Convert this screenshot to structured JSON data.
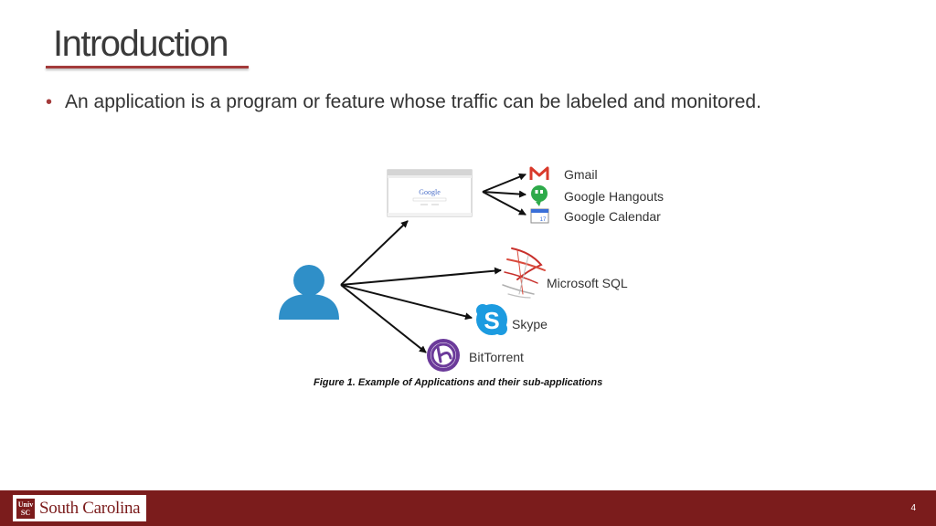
{
  "slide": {
    "title": "Introduction",
    "bullet": "An application is a program or feature whose traffic can be labeled and monitored.",
    "page_number": "4"
  },
  "figure": {
    "caption": "Figure 1. Example of Applications and their sub-applications",
    "browser_logo": "Google",
    "applications": [
      {
        "label": "Gmail",
        "icon": "gmail-icon"
      },
      {
        "label": "Google Hangouts",
        "icon": "hangouts-icon"
      },
      {
        "label": "Google Calendar",
        "icon": "calendar-icon"
      },
      {
        "label": "Microsoft SQL",
        "icon": "sql-server-icon"
      },
      {
        "label": "Skype",
        "icon": "skype-icon"
      },
      {
        "label": "BitTorrent",
        "icon": "bittorrent-icon"
      }
    ],
    "calendar_day": "17"
  },
  "footer": {
    "logo_text": "South Carolina",
    "logo_mark_top": "Univ",
    "logo_mark_bottom": "SC"
  },
  "colors": {
    "accent": "#a33a3a",
    "footer_bg": "#7b1c1c",
    "user_icon": "#2f8fc8",
    "skype": "#1c9be0",
    "hangouts": "#2eaa4a",
    "bittorrent": "#6b3a9a",
    "gmail": "#d93a2b",
    "sql": "#c8302c"
  }
}
